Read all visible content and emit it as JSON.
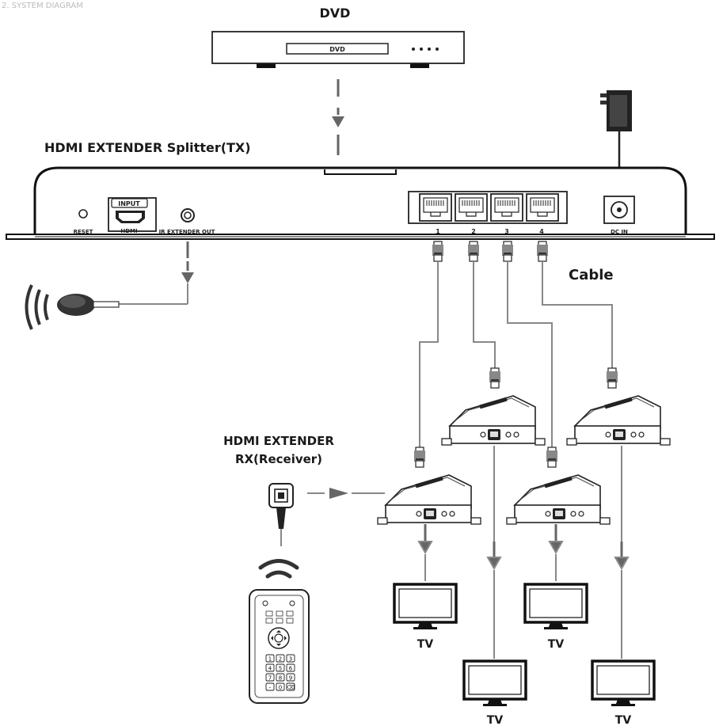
{
  "corner_text": "2.  SYSTEM DIAGRAM",
  "source": {
    "title": "DVD",
    "display": "DVD"
  },
  "transmitter": {
    "title": "HDMI EXTENDER Splitter(TX)",
    "reset_label": "RESET",
    "input_label": "INPUT",
    "hdmi_label": "HDMI",
    "ir_out_label": "IR EXTENDER OUT",
    "ports": [
      "1",
      "2",
      "3",
      "4"
    ],
    "dc_label": "DC IN"
  },
  "cable_label": "Cable",
  "receiver": {
    "title_line1": "HDMI EXTENDER",
    "title_line2": "RX(Receiver)"
  },
  "tv_label": "TV",
  "remote_keys": [
    "1",
    "2",
    "3",
    "4",
    "5",
    "6",
    "7",
    "8",
    "9",
    "-",
    "0",
    "⌫"
  ]
}
